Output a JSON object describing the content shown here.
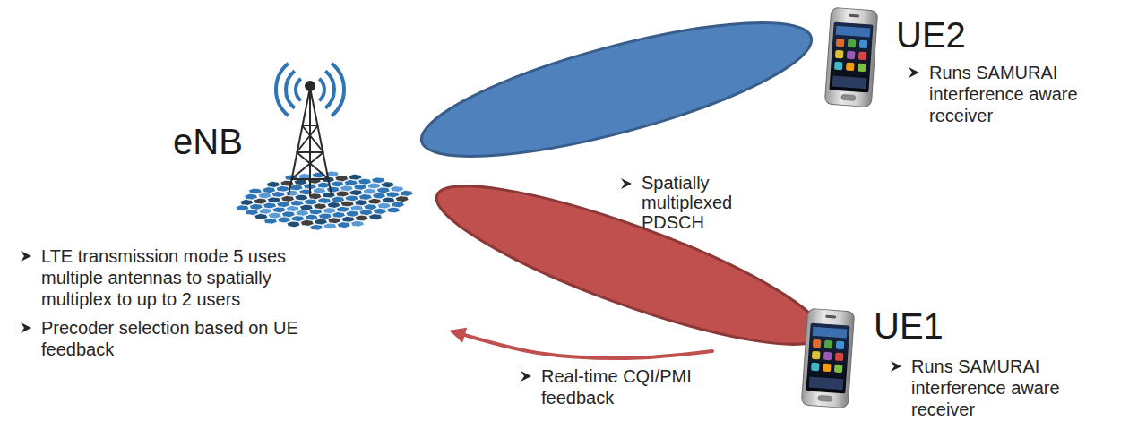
{
  "diagram": {
    "nodes": [
      {
        "text": [
          "eNB"
        ]
      },
      {
        "text": [
          "UE2",
          "Runs SAMURAI interference aware receiver"
        ]
      },
      {
        "text": [
          "UE1",
          "Runs SAMURAI interference aware receiver"
        ]
      }
    ],
    "edges": [
      {
        "from": 2,
        "to": 0,
        "arrow": "to",
        "label": "Real-time CQI/PMI feedback"
      }
    ],
    "labels": [
      "Spatially multiplexed PDSCH",
      "LTE transmission mode 5 uses multiple antennas to spatially multiplex to up to 2 users",
      "Precoder selection based on UE feedback"
    ]
  }
}
